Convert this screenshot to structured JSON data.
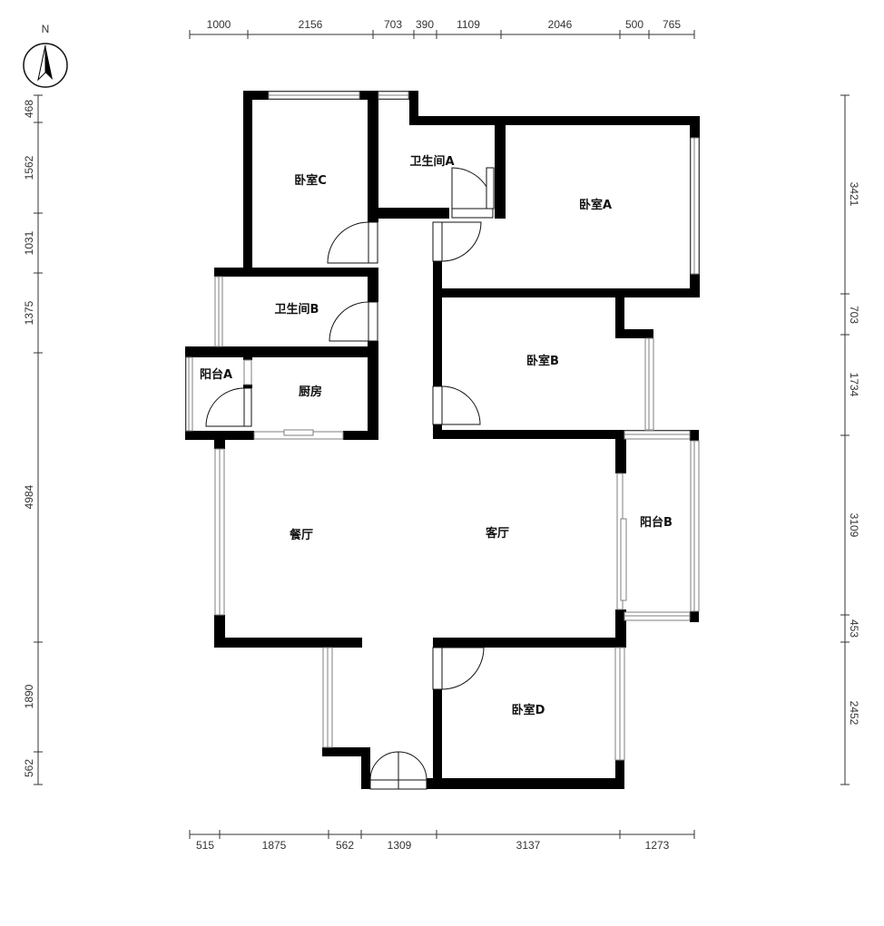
{
  "compass": {
    "label": "N"
  },
  "dimensions": {
    "top": [
      "1000",
      "2156",
      "703",
      "390",
      "1109",
      "2046",
      "500",
      "765"
    ],
    "bottom": [
      "515",
      "1875",
      "562",
      "1309",
      "3137",
      "1273"
    ],
    "left": [
      "468",
      "1562",
      "1031",
      "1375",
      "4984",
      "1890",
      "562"
    ],
    "right": [
      "3421",
      "703",
      "1734",
      "3109",
      "453",
      "2452"
    ]
  },
  "rooms": {
    "bedroom_c": "卧室C",
    "bathroom_a": "卫生间A",
    "bedroom_a": "卧室A",
    "bathroom_b": "卫生间B",
    "balcony_a": "阳台A",
    "kitchen": "厨房",
    "bedroom_b": "卧室B",
    "dining": "餐厅",
    "living": "客厅",
    "balcony_b": "阳台B",
    "bedroom_d": "卧室D"
  }
}
